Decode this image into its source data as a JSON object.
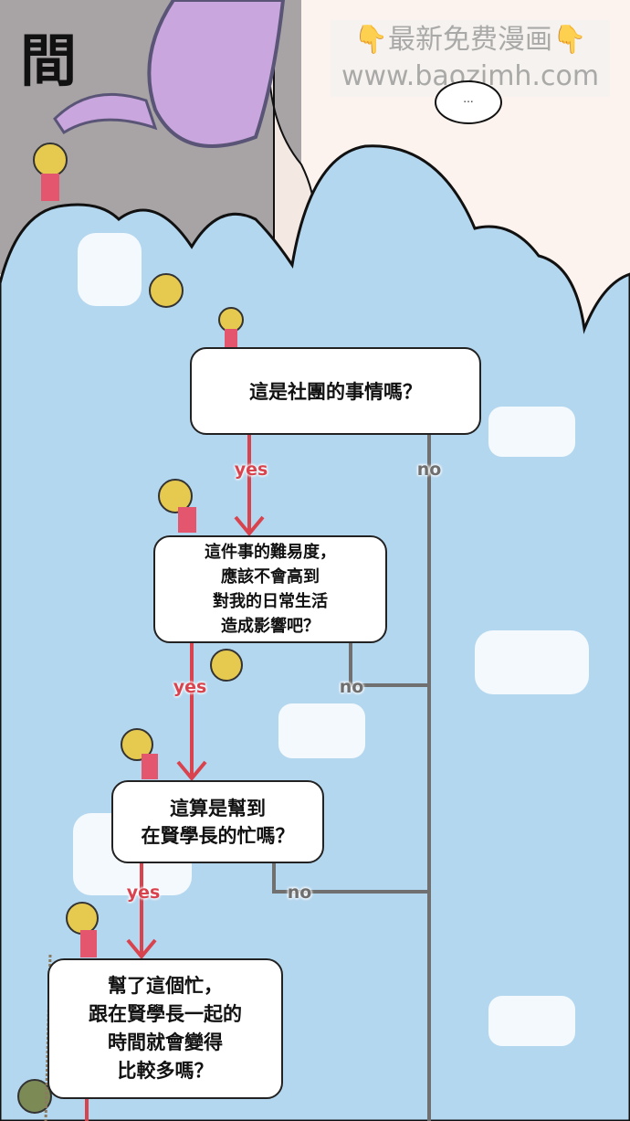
{
  "sign_char": "間",
  "watermark": {
    "line1": "👇最新免费漫画👇",
    "line2": "www.baozimh.com"
  },
  "speech_bubble": "...",
  "flowchart": {
    "q1": {
      "lines": [
        "這是社團的事情嗎？"
      ]
    },
    "q2": {
      "lines": [
        "這件事的難易度，",
        "應該不會高到",
        "對我的日常生活",
        "造成影響吧？"
      ]
    },
    "q3": {
      "lines": [
        "這算是幫到",
        "在賢學長的忙嗎？"
      ]
    },
    "q4": {
      "lines": [
        "幫了這個忙，",
        "跟在賢學長一起的",
        "時間就會變得",
        "比較多嗎？"
      ]
    },
    "labels": {
      "yes1": "yes",
      "no1": "no",
      "yes2": "yes",
      "no2": "no",
      "yes3": "yes",
      "no3": "no"
    }
  },
  "colors": {
    "sky": "#b4d7f0",
    "yes_line": "#d8434e",
    "no_line": "#707070"
  }
}
